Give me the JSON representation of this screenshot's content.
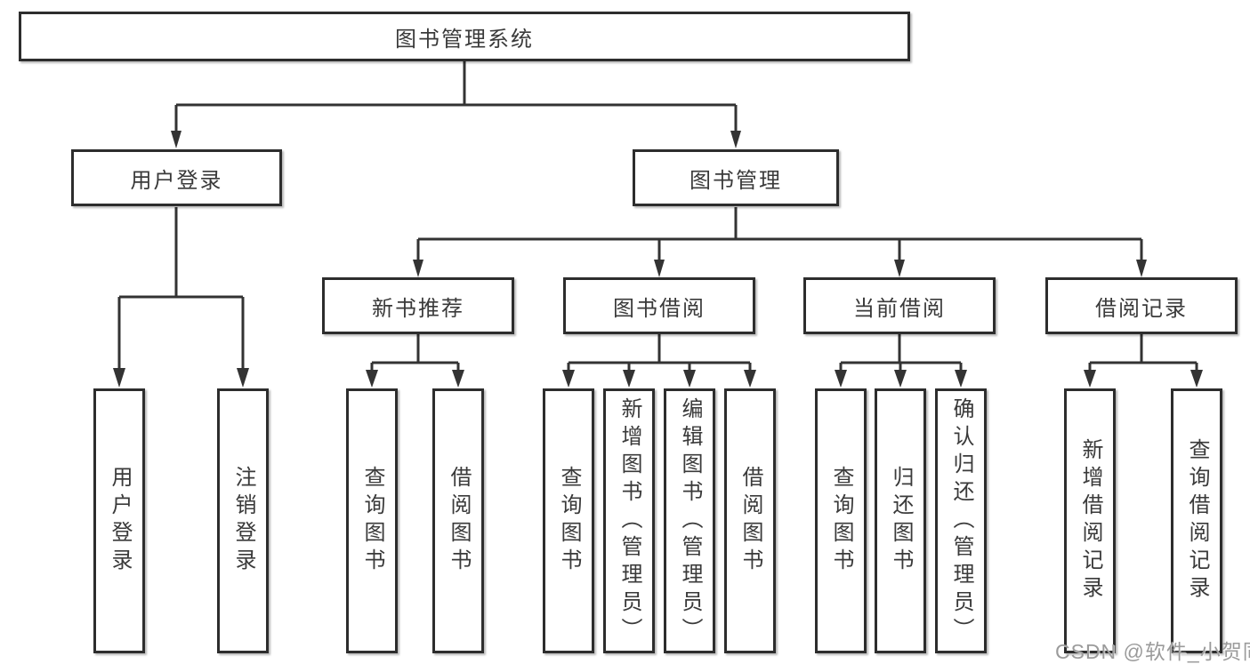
{
  "colors": {
    "border": "#2d2d2d",
    "line": "#333333",
    "text": "#3a3a3a",
    "watermark": "#9b9b9b",
    "bg": "#ffffff"
  },
  "root": {
    "label": "图书管理系统"
  },
  "level2": [
    {
      "label": "用户登录",
      "children": [
        {
          "label": "用户登录"
        },
        {
          "label": "注销登录"
        }
      ]
    },
    {
      "label": "图书管理",
      "children": [
        {
          "label": "新书推荐",
          "children": [
            {
              "label": "查询图书"
            },
            {
              "label": "借阅图书"
            }
          ]
        },
        {
          "label": "图书借阅",
          "children": [
            {
              "label": "查询图书"
            },
            {
              "label": "新增图书（管理员）"
            },
            {
              "label": "编辑图书（管理员）"
            },
            {
              "label": "借阅图书"
            }
          ]
        },
        {
          "label": "当前借阅",
          "children": [
            {
              "label": "查询图书"
            },
            {
              "label": "归还图书"
            },
            {
              "label": "确认归还（管理员）"
            }
          ]
        },
        {
          "label": "借阅记录",
          "children": [
            {
              "label": "新增借阅记录"
            },
            {
              "label": "查询借阅记录"
            }
          ]
        }
      ]
    }
  ],
  "watermark": "CSDN @软件_小贺同学"
}
